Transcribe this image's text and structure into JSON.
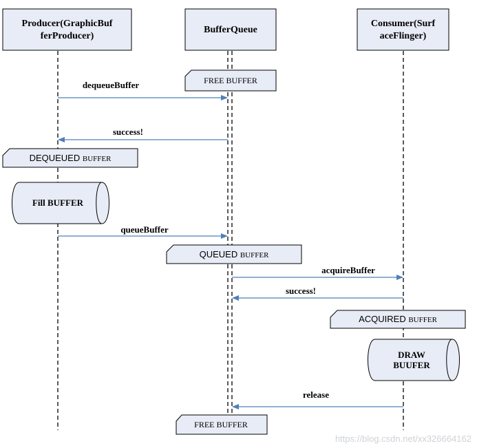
{
  "participants": {
    "producer": {
      "line1": "Producer(GraphicBuf",
      "line2": "ferProducer)"
    },
    "queue": {
      "line1": "BufferQueue"
    },
    "consumer": {
      "line1": "Consumer(Surf",
      "line2": "aceFlinger)"
    }
  },
  "messages": {
    "dequeue": "dequeueBuffer",
    "success1": "success!",
    "queue": "queueBuffer",
    "acquire": "acquireBuffer",
    "success2": "success!",
    "release": "release"
  },
  "states": {
    "free1": {
      "a": "FREE BUFFER",
      "b": ""
    },
    "dequeued": {
      "a": "DEQUEUED ",
      "b": "BUFFER"
    },
    "queued": {
      "a": "QUEUED ",
      "b": "BUFFER"
    },
    "acquired": {
      "a": "ACQUIRED ",
      "b": "BUFFER"
    },
    "free2": {
      "a": "FREE BUFFER",
      "b": ""
    }
  },
  "actions": {
    "fill": {
      "line1": "Fill BUFFER"
    },
    "draw": {
      "line1": "DRAW",
      "line2": "BUUFER"
    }
  },
  "watermark": "https://blog.csdn.net/xx326664162",
  "colors": {
    "box_fill": "#e8ecf6",
    "arrow": "#4f7fb8",
    "border": "#000000"
  }
}
